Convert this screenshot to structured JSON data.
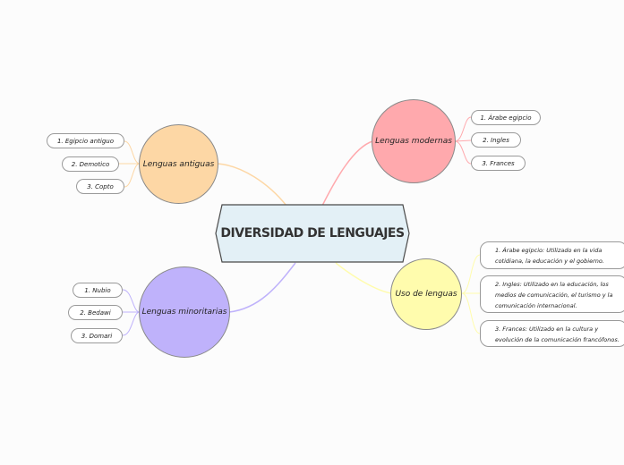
{
  "central": {
    "title": "DIVERSIDAD DE LENGUAJES"
  },
  "topics": {
    "antiguas": {
      "label": "Lenguas antiguas",
      "color": "#fdd7a5",
      "items": [
        "1. Egipcio antiguo",
        "2. Demotico",
        "3. Copto"
      ]
    },
    "modernas": {
      "label": "Lenguas modernas",
      "color": "#ffa9ad",
      "items": [
        "1. Árabe egipcio",
        "2. Ingles",
        "3. Frances"
      ]
    },
    "minoritarias": {
      "label": "Lenguas minoritarias",
      "color": "#bfb2fb",
      "items": [
        "1. Nubio",
        "2. Bedawi",
        "3. Domari"
      ]
    },
    "uso": {
      "label": "Uso de lenguas",
      "color": "#fffcad",
      "items": [
        "1. Árabe egipcio: Utilizado en la vida cotidiana, la educación y el gobierno.",
        "2. Ingles: Utilizado en la educación, los medios de comunicación, el turismo y la comunicación internacional.",
        "3. Frances: Utilizado en la cultura y evolución de la comunicación francófonos."
      ]
    }
  }
}
